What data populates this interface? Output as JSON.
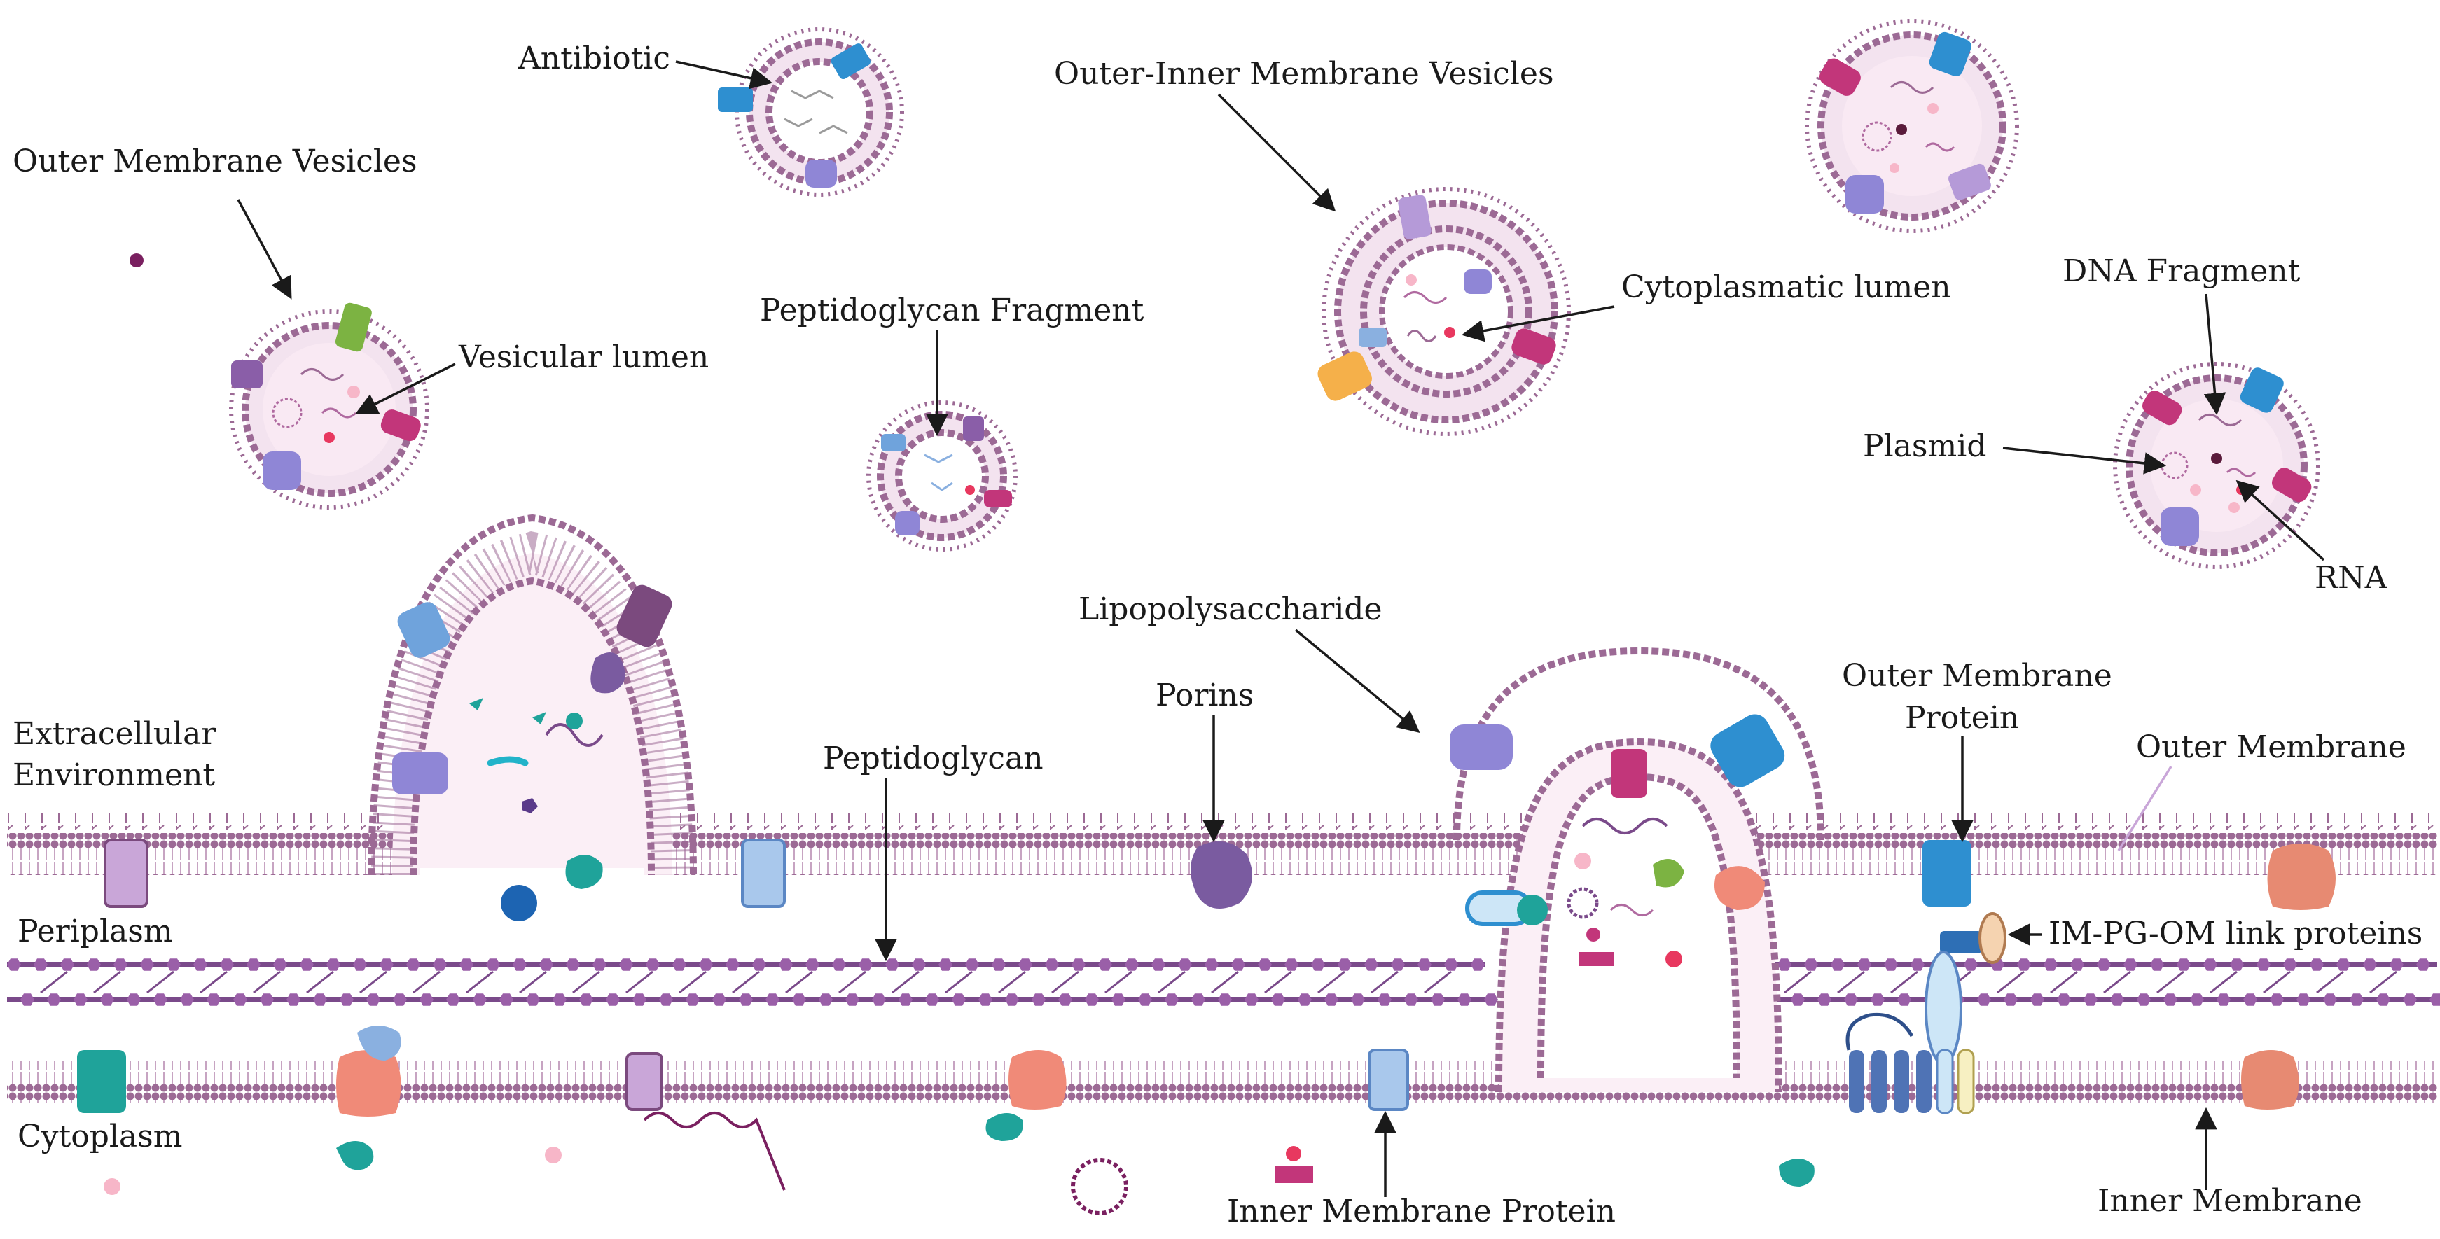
{
  "diagram": {
    "labels": {
      "antibiotic": "Antibiotic",
      "outer_membrane_vesicles": "Outer Membrane Vesicles",
      "vesicular_lumen": "Vesicular lumen",
      "peptidoglycan_fragment": "Peptidoglycan Fragment",
      "outer_inner_membrane_vesicles": "Outer-Inner Membrane Vesicles",
      "cytoplasmatic_lumen": "Cytoplasmatic lumen",
      "dna_fragment": "DNA Fragment",
      "plasmid": "Plasmid",
      "rna": "RNA",
      "lipopolysaccharide": "Lipopolysaccharide",
      "porins": "Porins",
      "peptidoglycan": "Peptidoglycan",
      "extracellular_environment_line1": "Extracellular",
      "extracellular_environment_line2": "Environment",
      "outer_membrane_protein_line1": "Outer Membrane",
      "outer_membrane_protein_line2": "Protein",
      "outer_membrane": "Outer Membrane",
      "periplasm": "Periplasm",
      "im_pg_om_link_proteins": "IM-PG-OM link proteins",
      "cytoplasm": "Cytoplasm",
      "inner_membrane_protein": "Inner Membrane Protein",
      "inner_membrane": "Inner Membrane"
    },
    "colors": {
      "membrane": "#9c6a95",
      "membrane_fill": "#f3e3ef",
      "lumen": "#f7e6f0",
      "peptidoglycan": "#7a4a8a",
      "peptidoglycan_node": "#9a5fa8",
      "blue_protein": "#2e8fd0",
      "green_protein": "#7cb342",
      "magenta_protein": "#c2367a",
      "lavender_protein": "#8f86d6",
      "teal_protein": "#1fa39a",
      "salmon_protein": "#f08a78"
    }
  }
}
